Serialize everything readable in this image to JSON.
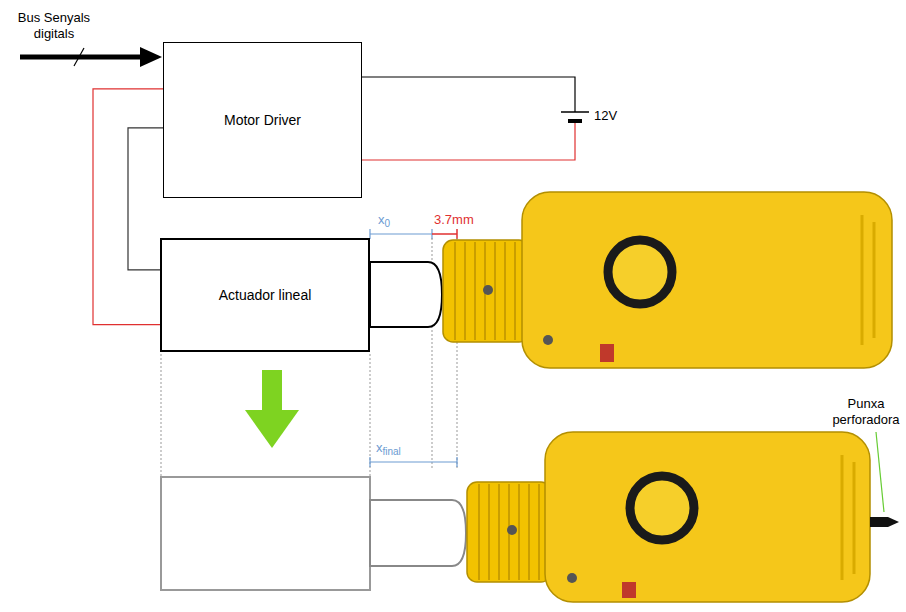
{
  "diagram": {
    "nodes": [
      {
        "text": [
          "Motor Driver"
        ]
      },
      {
        "text": [
          "Actuador lineal"
        ]
      }
    ],
    "edges": [
      {
        "from": 0,
        "to": 1,
        "arrow": "none"
      },
      {
        "from": 0,
        "to": 1,
        "arrow": "none"
      }
    ],
    "labels": [
      "Bus Senyals digitals",
      "12V",
      "x0",
      "3.7mm",
      "xfinal",
      "Punxa perforadora"
    ]
  }
}
